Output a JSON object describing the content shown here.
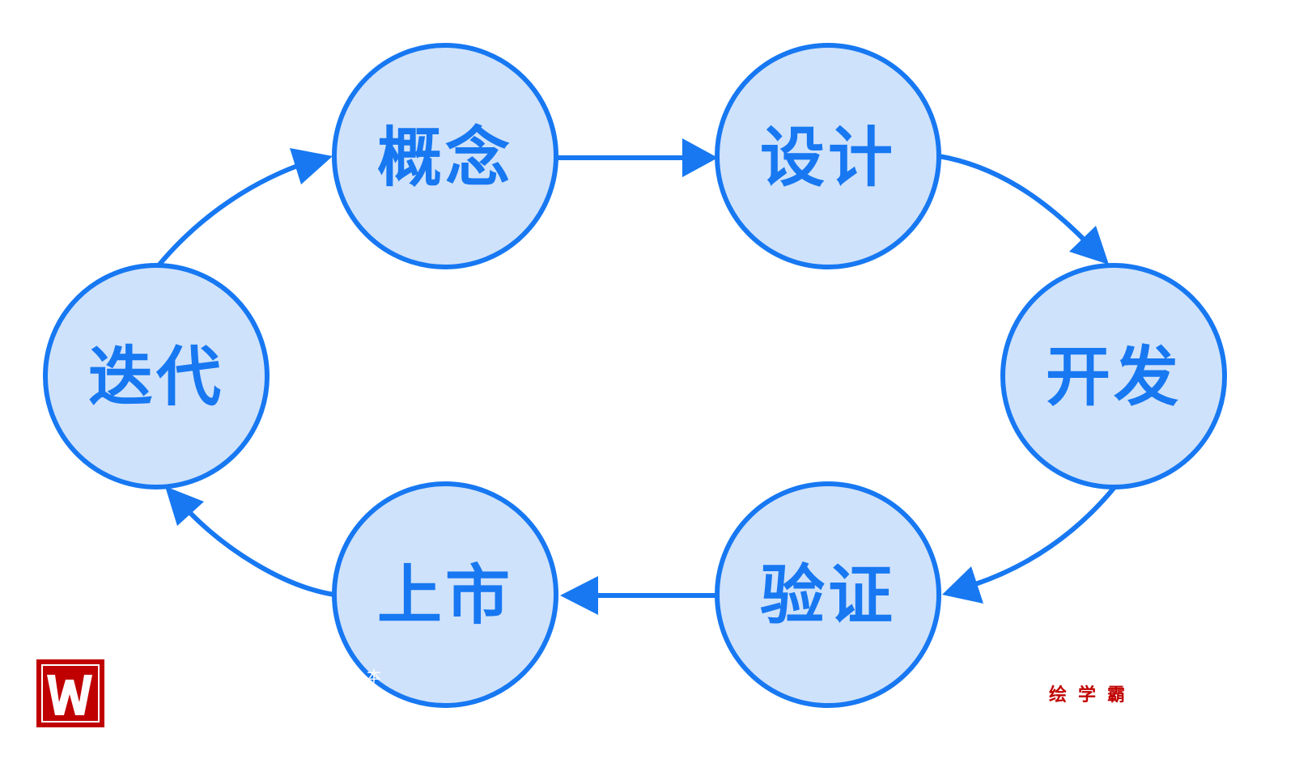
{
  "diagram": {
    "type": "cycle",
    "nodes": [
      {
        "id": "concept",
        "label": "概念"
      },
      {
        "id": "design",
        "label": "设计"
      },
      {
        "id": "develop",
        "label": "开发"
      },
      {
        "id": "verify",
        "label": "验证"
      },
      {
        "id": "launch",
        "label": "上市"
      },
      {
        "id": "iterate",
        "label": "迭代"
      }
    ],
    "edges": [
      {
        "from": "concept",
        "to": "design"
      },
      {
        "from": "design",
        "to": "develop"
      },
      {
        "from": "develop",
        "to": "verify"
      },
      {
        "from": "verify",
        "to": "launch"
      },
      {
        "from": "launch",
        "to": "iterate"
      },
      {
        "from": "iterate",
        "to": "concept"
      }
    ],
    "colors": {
      "node_fill": "#cfe2fb",
      "node_stroke": "#1778f2",
      "label": "#1778f2",
      "arrow": "#1778f2"
    }
  },
  "watermark": {
    "mark": "本"
  },
  "brand": {
    "logo_letter": "W",
    "name": "绘学霸",
    "color": "#c00000"
  }
}
